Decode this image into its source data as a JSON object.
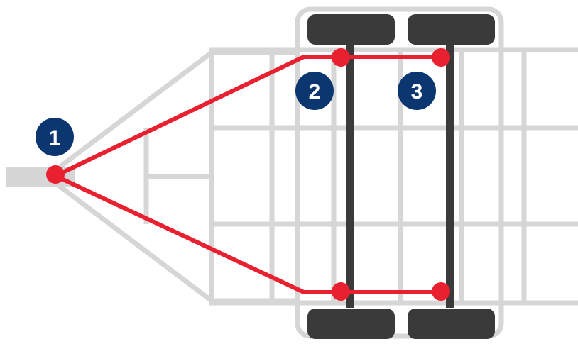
{
  "markers": [
    {
      "id": "1",
      "label": "1"
    },
    {
      "id": "2",
      "label": "2"
    },
    {
      "id": "3",
      "label": "3"
    }
  ],
  "colors": {
    "frame": "#d6d6d6",
    "axle": "#3a3a3a",
    "tire": "#3a3a3a",
    "wiring": "#e8202f",
    "badge": "#0b3670",
    "badge_text": "#ffffff",
    "background": "#ffffff"
  }
}
